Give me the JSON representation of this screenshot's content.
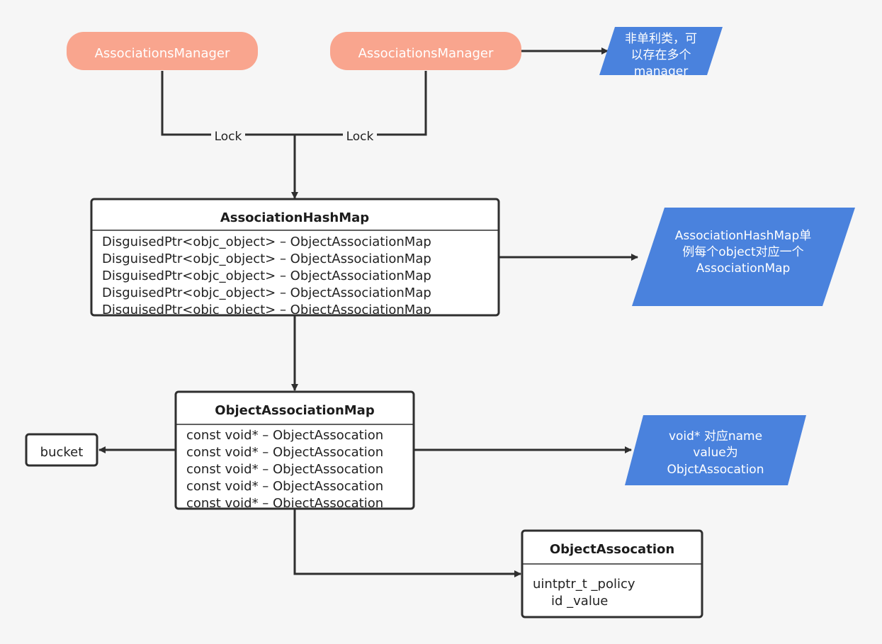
{
  "colors": {
    "background": "#f6f6f6",
    "pill": "#f9a58e",
    "note": "#4a82dd",
    "line": "#2f2f2f"
  },
  "managers": [
    {
      "label": "AssociationsManager"
    },
    {
      "label": "AssociationsManager"
    }
  ],
  "lock_labels": [
    "Lock",
    "Lock"
  ],
  "notes": {
    "manager": [
      "非单利类，可",
      "以存在多个",
      "manager"
    ],
    "hashmap": [
      "AssociationHashMap单",
      "例每个object对应一个",
      "AssociationMap"
    ],
    "objmap": [
      "void* 对应name",
      "value为",
      "ObjctAssocation"
    ]
  },
  "hashmap": {
    "title": "AssociationHashMap",
    "rows": [
      "DisguisedPtr<objc_object> – ObjectAssociationMap",
      "DisguisedPtr<objc_object> – ObjectAssociationMap",
      "DisguisedPtr<objc_object> – ObjectAssociationMap",
      "DisguisedPtr<objc_object> – ObjectAssociationMap",
      "DisguisedPtr<objc_object> – ObjectAssociationMap"
    ]
  },
  "objmap": {
    "title": "ObjectAssociationMap",
    "rows": [
      "const void* – ObjectAssocation",
      "const void* – ObjectAssocation",
      "const void* – ObjectAssocation",
      "const void* – ObjectAssocation",
      "const void* – ObjectAssocation"
    ]
  },
  "bucket": {
    "label": "bucket"
  },
  "assoc": {
    "title": "ObjectAssocation",
    "rows": [
      "uintptr_t _policy",
      "id _value"
    ]
  }
}
